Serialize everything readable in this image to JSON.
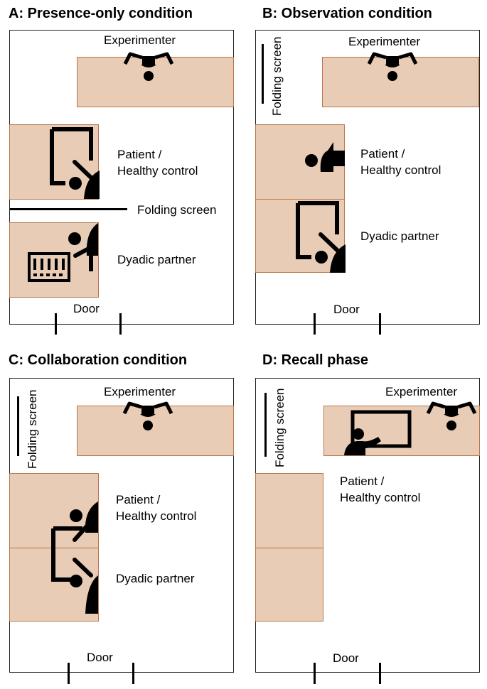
{
  "colors": {
    "table_fill": "#e8ccb6",
    "table_border": "#b9764a",
    "ink": "#000000"
  },
  "icons": [
    "person-top-view-icon",
    "person-at-monitor-icon",
    "person-side-icon",
    "laptop-keyboard-icon",
    "person-presenting-icon"
  ],
  "panels": {
    "a": {
      "title": "A: Presence-only condition",
      "experimenter": "Experimenter",
      "patient": "Patient /",
      "patient2": "Healthy control",
      "folding_screen": "Folding screen",
      "partner": "Dyadic partner",
      "door": "Door"
    },
    "b": {
      "title": "B: Observation condition",
      "folding_screen": "Folding screen",
      "experimenter": "Experimenter",
      "patient": "Patient /",
      "patient2": "Healthy control",
      "partner": "Dyadic partner",
      "door": "Door"
    },
    "c": {
      "title": "C: Collaboration condition",
      "folding_screen": "Folding screen",
      "experimenter": "Experimenter",
      "patient": "Patient /",
      "patient2": "Healthy control",
      "partner": "Dyadic partner",
      "door": "Door"
    },
    "d": {
      "title": "D: Recall phase",
      "folding_screen": "Folding screen",
      "experimenter": "Experimenter",
      "patient": "Patient /",
      "patient2": "Healthy control",
      "door": "Door"
    }
  }
}
